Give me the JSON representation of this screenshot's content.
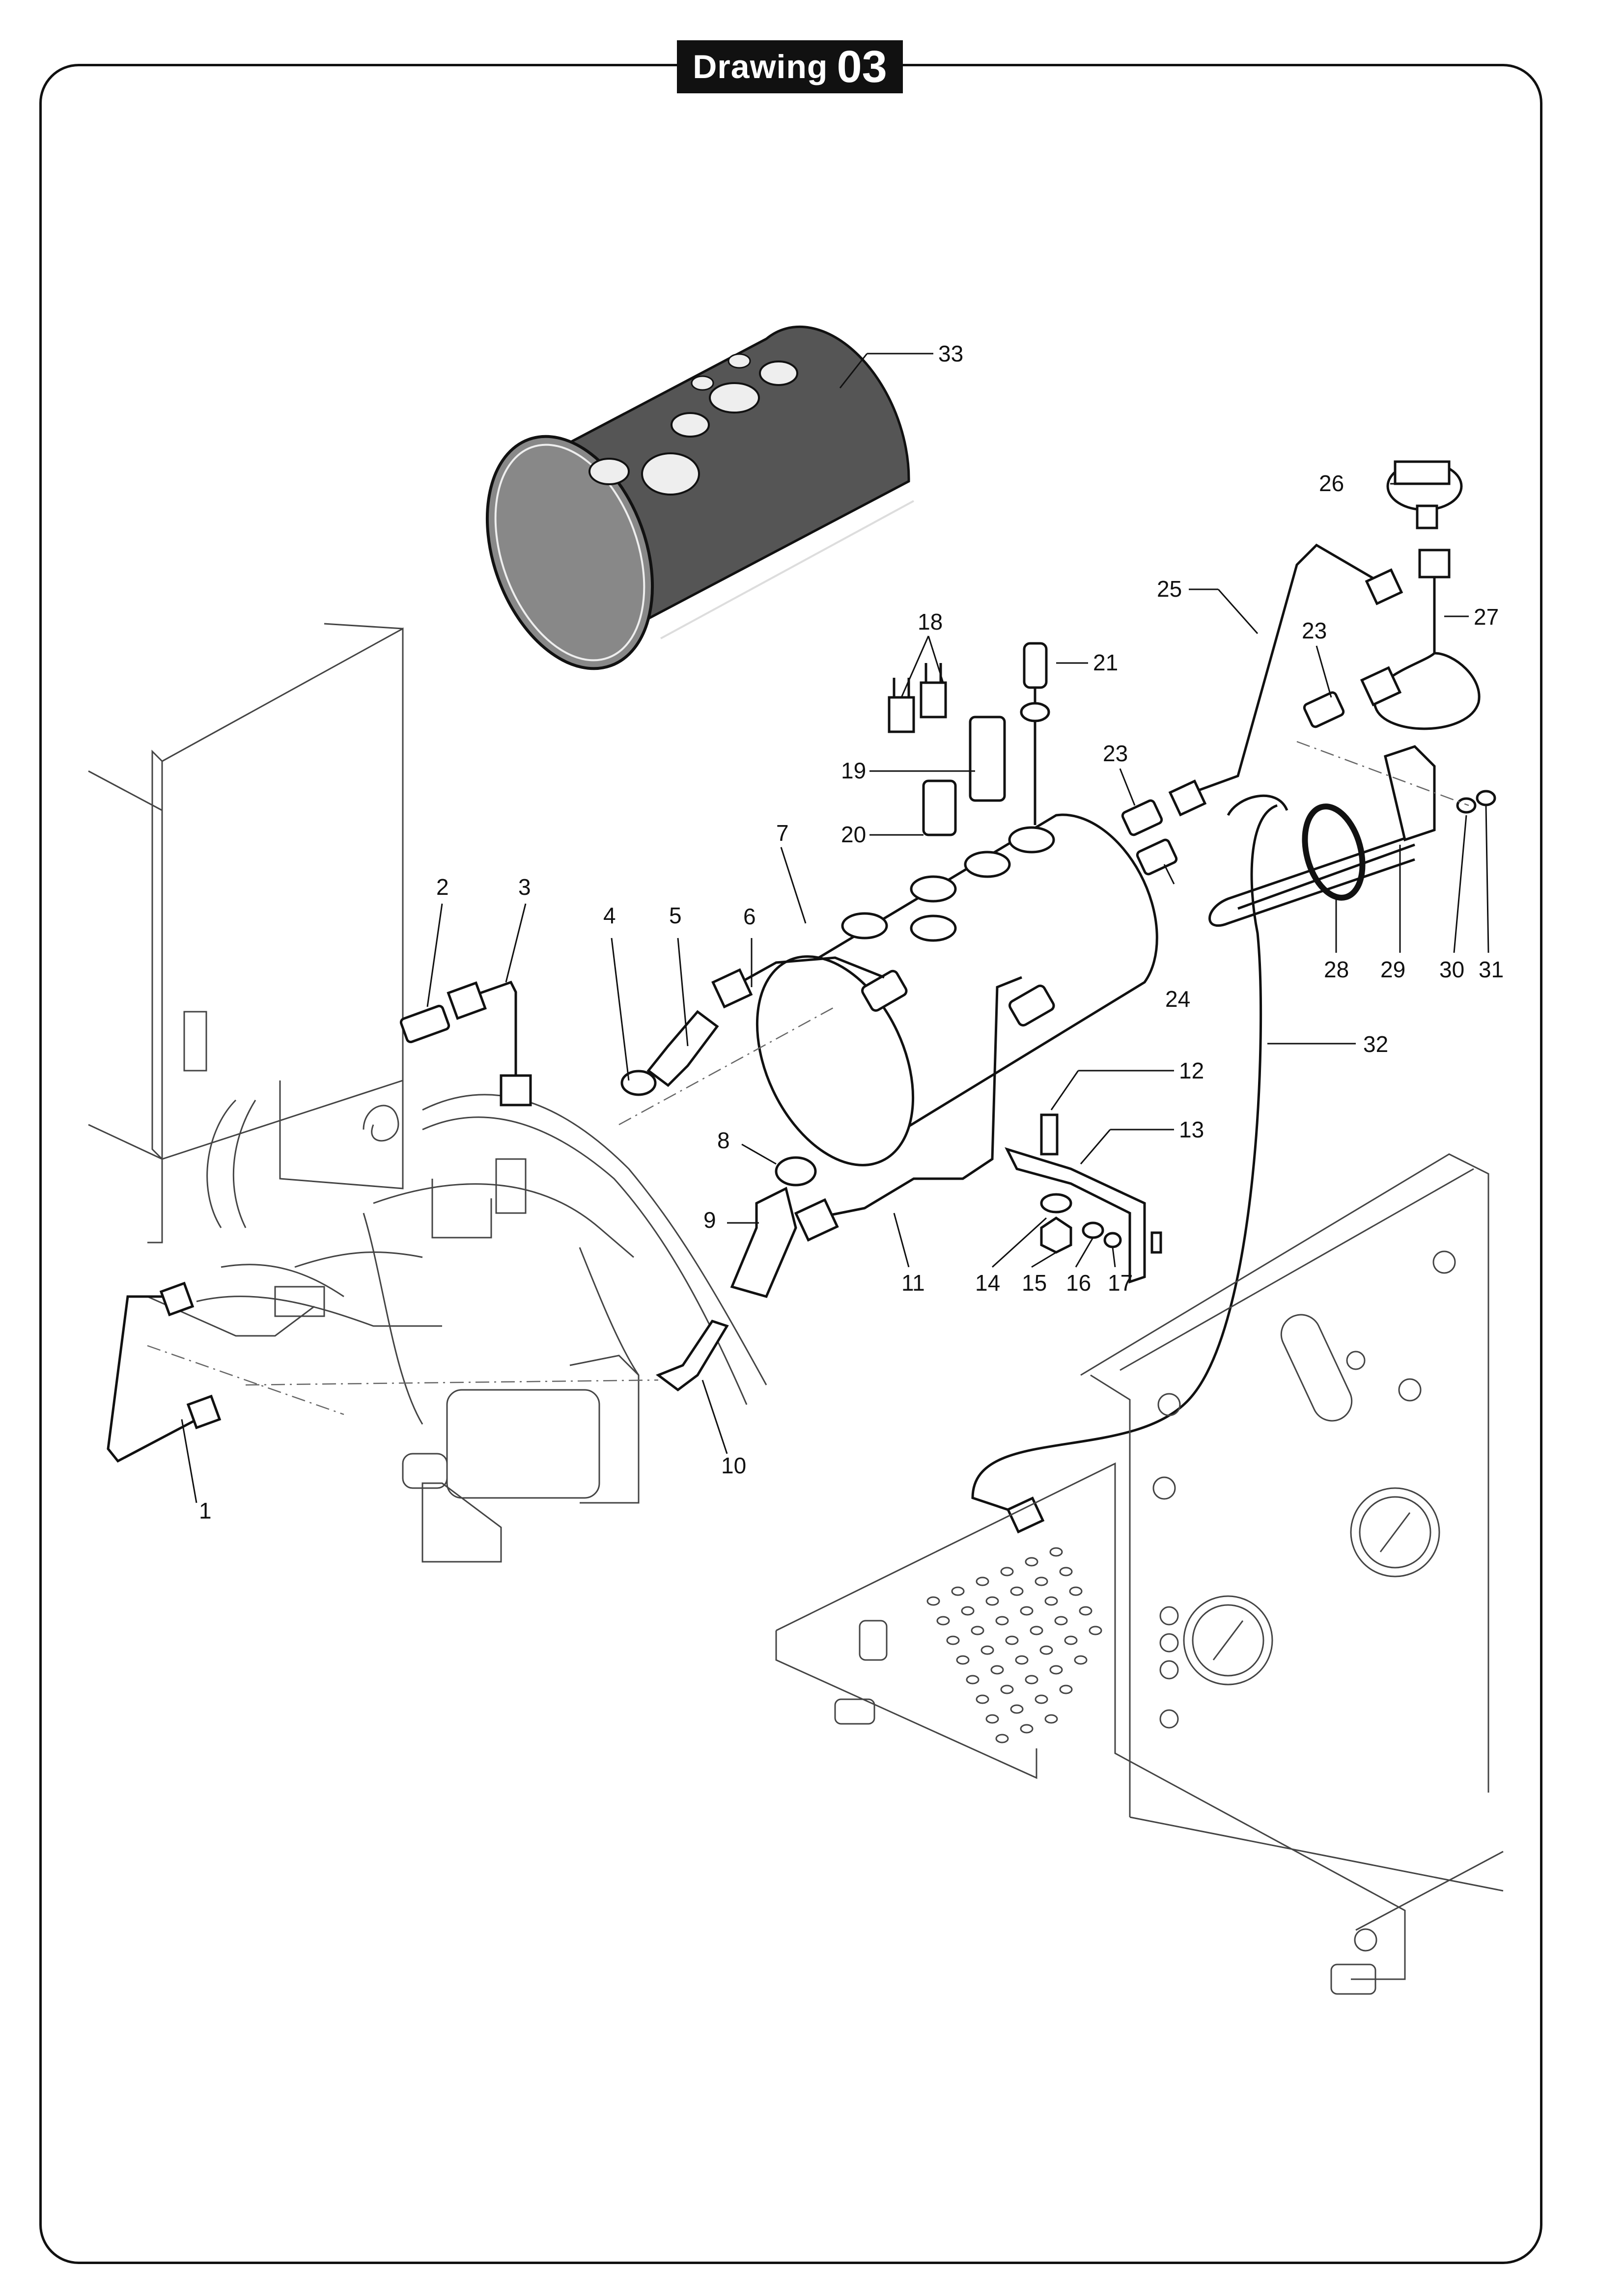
{
  "header": {
    "title_word": "Drawing",
    "title_number": "03"
  },
  "callouts": [
    "1",
    "2",
    "3",
    "4",
    "5",
    "6",
    "7",
    "8",
    "9",
    "10",
    "11",
    "12",
    "13",
    "14",
    "15",
    "16",
    "17",
    "18",
    "19",
    "20",
    "21",
    "23",
    "23",
    "24",
    "25",
    "26",
    "27",
    "28",
    "29",
    "30",
    "31",
    "32",
    "33"
  ]
}
